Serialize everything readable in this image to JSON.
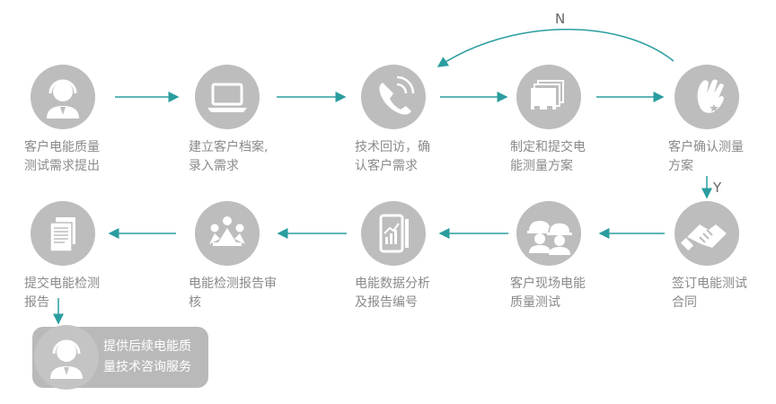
{
  "loop_labels": {
    "no": "N",
    "yes": "Y"
  },
  "nodes": [
    {
      "lines": [
        "客户电能质量",
        "测试需求提出"
      ],
      "icon": "customer-service-icon"
    },
    {
      "lines": [
        "建立客户档案,",
        "录入需求"
      ],
      "icon": "laptop-icon"
    },
    {
      "lines": [
        "技术回访，确",
        "认客户需求"
      ],
      "icon": "phone-icon"
    },
    {
      "lines": [
        "制定和提交电",
        "能测量方案"
      ],
      "icon": "document-stack-icon"
    },
    {
      "lines": [
        "客户确认测量",
        "方案"
      ],
      "icon": "hand-ok-icon"
    },
    {
      "lines": [
        "签订电能测试",
        "合同"
      ],
      "icon": "handshake-icon"
    },
    {
      "lines": [
        "客户现场电能",
        "质量测试"
      ],
      "icon": "workers-icon"
    },
    {
      "lines": [
        "电能数据分析",
        "及报告编号"
      ],
      "icon": "tablet-chart-icon"
    },
    {
      "lines": [
        "电能检测报告审",
        "核"
      ],
      "icon": "meeting-icon"
    },
    {
      "lines": [
        "提交电能检测",
        "报告"
      ],
      "icon": "report-icon"
    }
  ],
  "final": {
    "lines": [
      "提供后续电能质",
      "量技术咨询服务"
    ],
    "icon": "customer-service-icon"
  },
  "colors": {
    "arrow": "#2a9d9f",
    "icon_bg": "#bdbdbd",
    "text": "#8a8a8a"
  }
}
